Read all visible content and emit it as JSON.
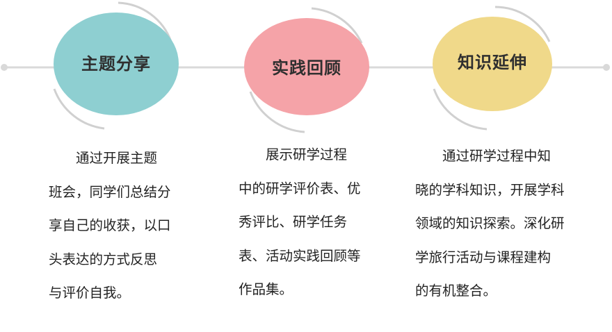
{
  "colors": {
    "line": "#d9d9d9",
    "arc": "#d0d0d0",
    "teal": "#8ecfd1",
    "pink": "#f5a3a8",
    "yellow": "#f0d98a"
  },
  "steps": [
    {
      "title": "主题分享",
      "color": "#8ecfd1",
      "lines": [
        "通过开展主题",
        "班会，同学们总结分",
        "享自己的收获，以口",
        "头表达的方式反思",
        "与评价自我。"
      ]
    },
    {
      "title": "实践回顾",
      "color": "#f5a3a8",
      "lines": [
        "展示研学过程",
        "中的研学评价表、优",
        "秀评比、研学任务",
        "表、活动实践回顾等",
        "作品集。"
      ]
    },
    {
      "title": "知识延伸",
      "color": "#f0d98a",
      "lines": [
        "通过研学过程中知",
        "晓的学科知识，开展学科",
        "领域的知识探索。深化研",
        "学旅行活动与课程建构",
        "的有机整合。"
      ]
    }
  ]
}
